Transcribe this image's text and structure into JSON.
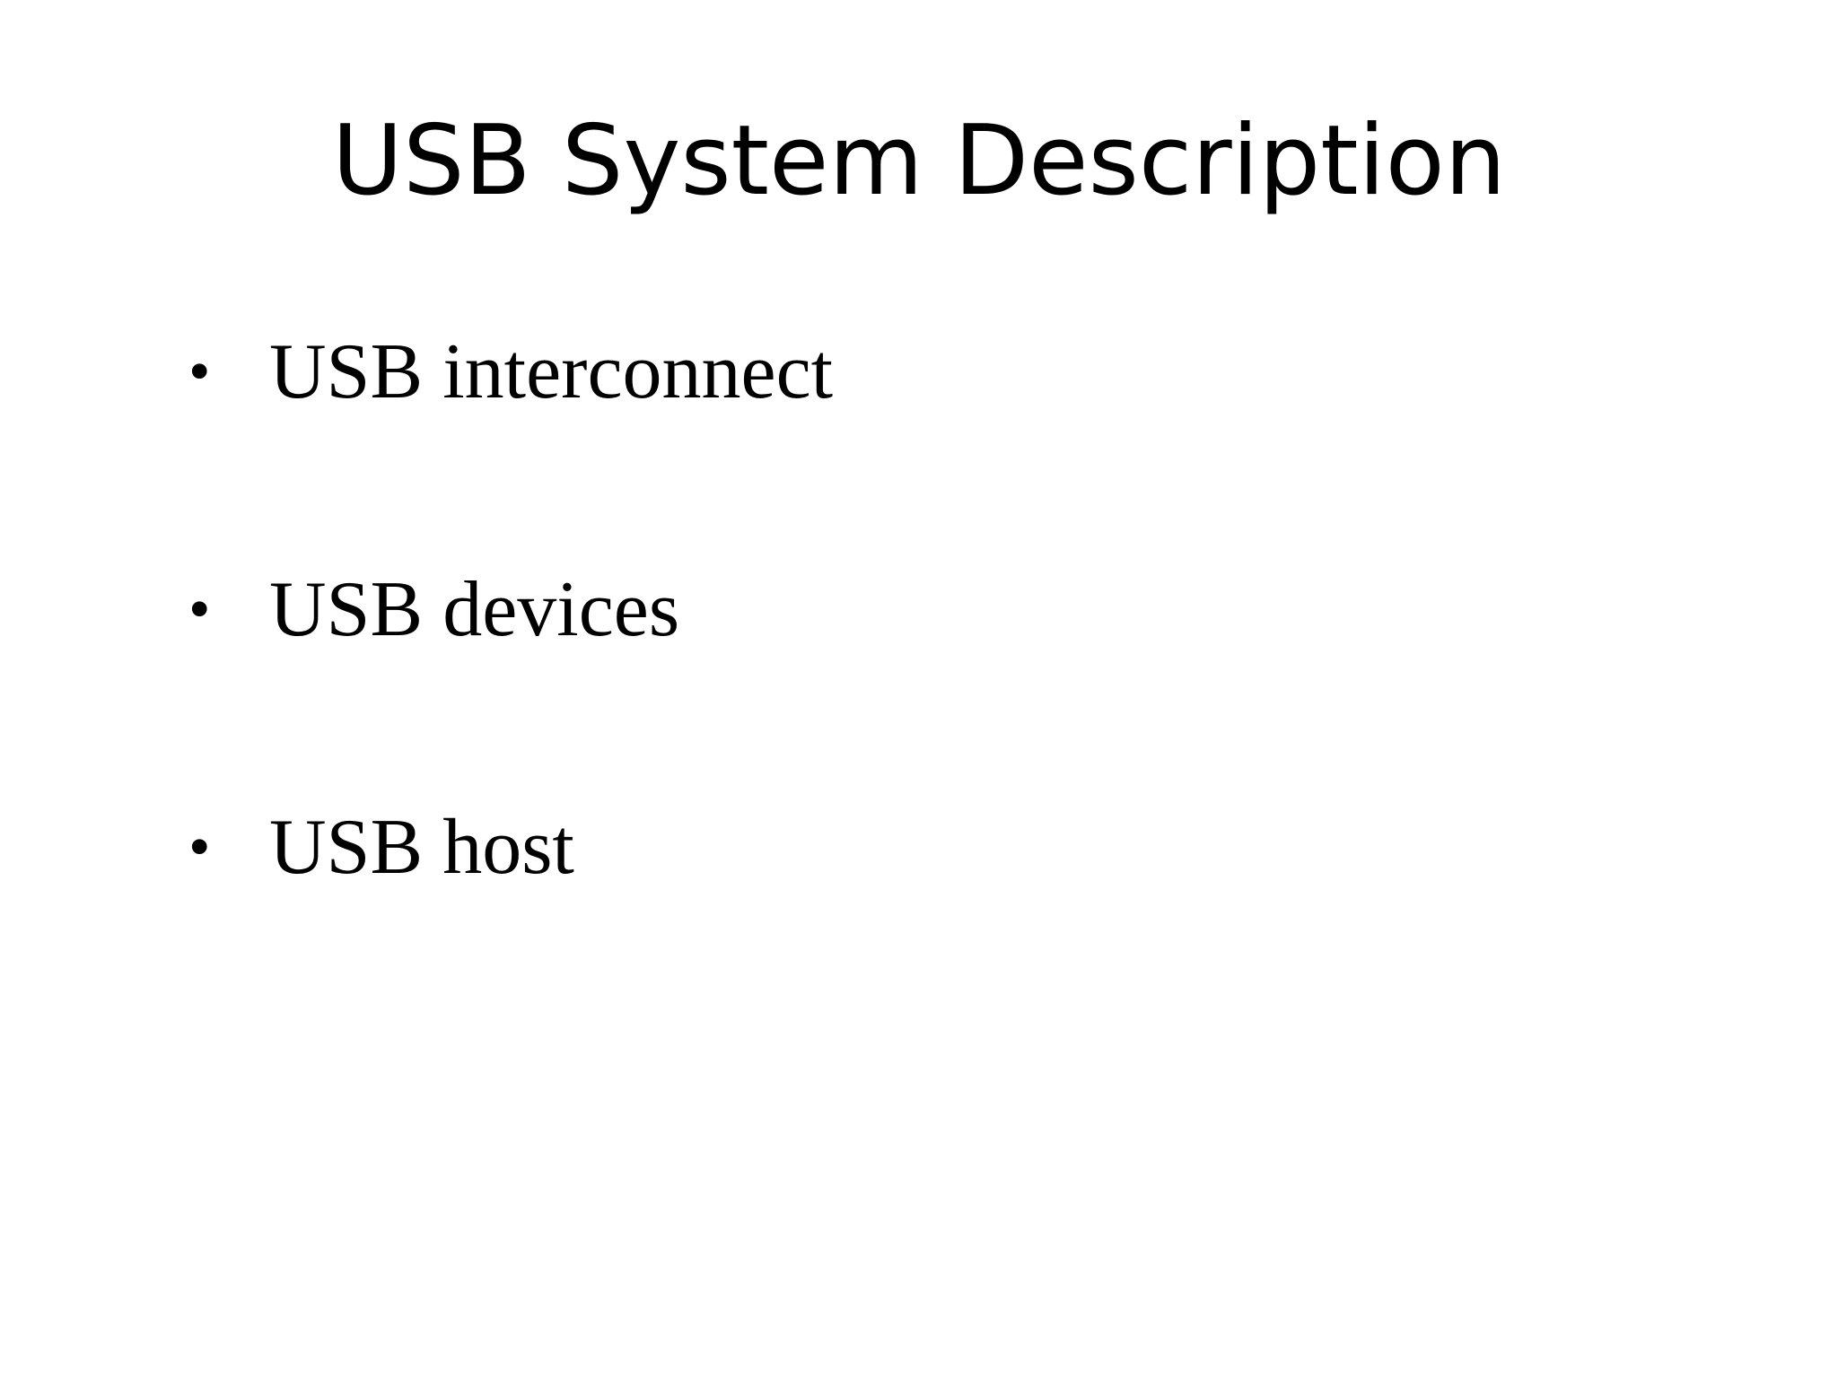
{
  "slide": {
    "title": "USB System Description",
    "bullets": [
      {
        "text": "USB interconnect"
      },
      {
        "text": "USB devices"
      },
      {
        "text": "USB host"
      }
    ],
    "bullet_glyph": "•",
    "colors": {
      "background": "#ffffff",
      "text": "#000000"
    }
  }
}
